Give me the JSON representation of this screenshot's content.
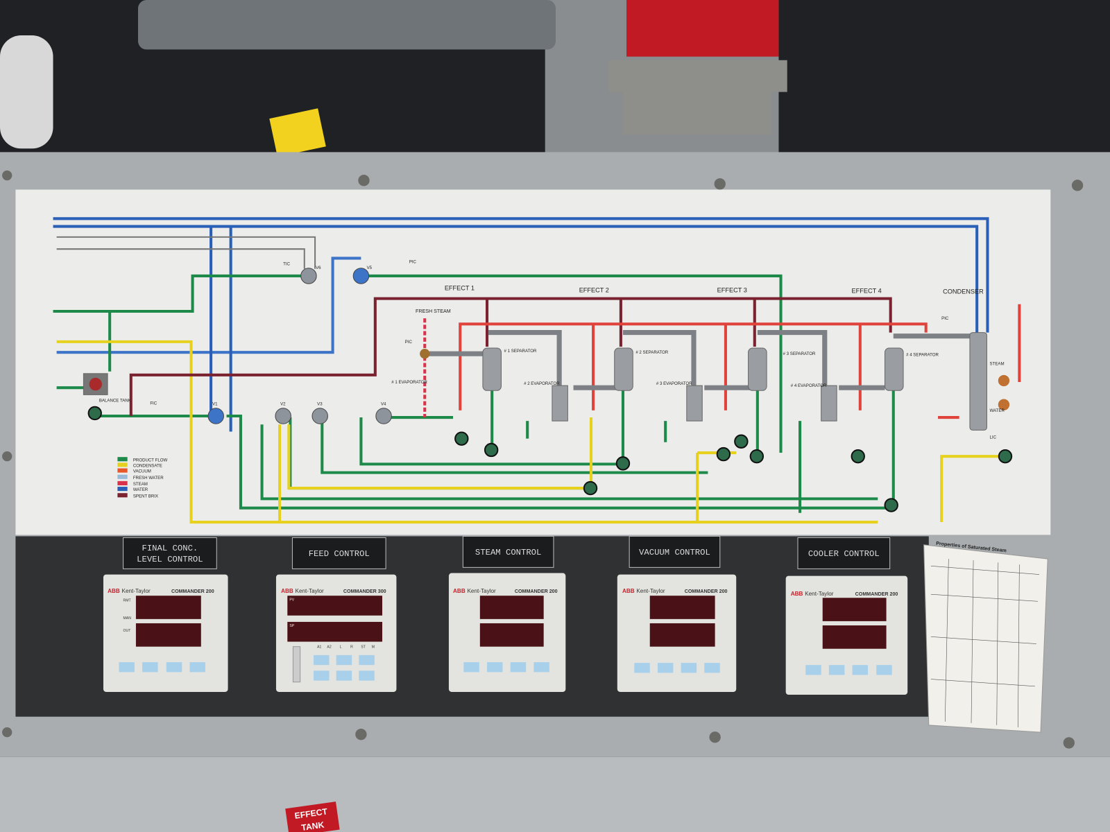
{
  "diagram": {
    "effects": [
      "EFFECT 1",
      "EFFECT 2",
      "EFFECT 3",
      "EFFECT 4"
    ],
    "condenser": "CONDENSER",
    "fresh_steam": "FRESH STEAM",
    "balance_tank": "BALANCE TANK",
    "separators": [
      "# 1 SEPARATOR",
      "# 2 SEPARATOR",
      "# 3 SEPARATOR",
      "# 4 SEPARATOR"
    ],
    "evaporators": [
      "# 1 EVAPORATOR",
      "# 2 EVAPORATOR",
      "# 3 EVAPORATOR",
      "# 4 EVAPORATOR"
    ],
    "instruments": [
      "TIC",
      "FIC",
      "PIC",
      "PIC",
      "PIC",
      "LIC"
    ],
    "valves": [
      "V1",
      "V2",
      "V3",
      "V4",
      "V5",
      "V6"
    ],
    "condenser_labels": [
      "STEAM",
      "WATER"
    ],
    "legend": [
      {
        "label": "PRODUCT FLOW",
        "color": "#1e8a4a"
      },
      {
        "label": "CONDENSATE",
        "color": "#e6d21e"
      },
      {
        "label": "VACUUM",
        "color": "#e8572a"
      },
      {
        "label": "FRESH WATER",
        "color": "#9ab8d8"
      },
      {
        "label": "STEAM",
        "color": "#d8334a"
      },
      {
        "label": "WATER",
        "color": "#2a5fb8"
      },
      {
        "label": "SPENT BRIX",
        "color": "#7a2230"
      }
    ]
  },
  "controls": [
    {
      "label_line1": "FINAL CONC.",
      "label_line2": "LEVEL CONTROL",
      "brand": "ABB",
      "maker": "Kent-Taylor",
      "model": "COMMANDER 200"
    },
    {
      "label_line1": "FEED CONTROL",
      "label_line2": "",
      "brand": "ABB",
      "maker": "Kent-Taylor",
      "model": "COMMANDER 300"
    },
    {
      "label_line1": "STEAM CONTROL",
      "label_line2": "",
      "brand": "ABB",
      "maker": "Kent-Taylor",
      "model": "COMMANDER 200"
    },
    {
      "label_line1": "VACUUM CONTROL",
      "label_line2": "",
      "brand": "ABB",
      "maker": "Kent-Taylor",
      "model": "COMMANDER 200"
    },
    {
      "label_line1": "COOLER CONTROL",
      "label_line2": "",
      "brand": "ABB",
      "maker": "Kent-Taylor",
      "model": "COMMANDER 200"
    }
  ],
  "c200_indicators": [
    "RMT",
    "MAN",
    "OUT"
  ],
  "c300_indicators": [
    "PV",
    "SP",
    "A1",
    "A2",
    "L",
    "R",
    "ST",
    "M"
  ],
  "steam_table_title": "Properties of Saturated Steam",
  "sticker": [
    "EFFECT",
    "TANK"
  ]
}
